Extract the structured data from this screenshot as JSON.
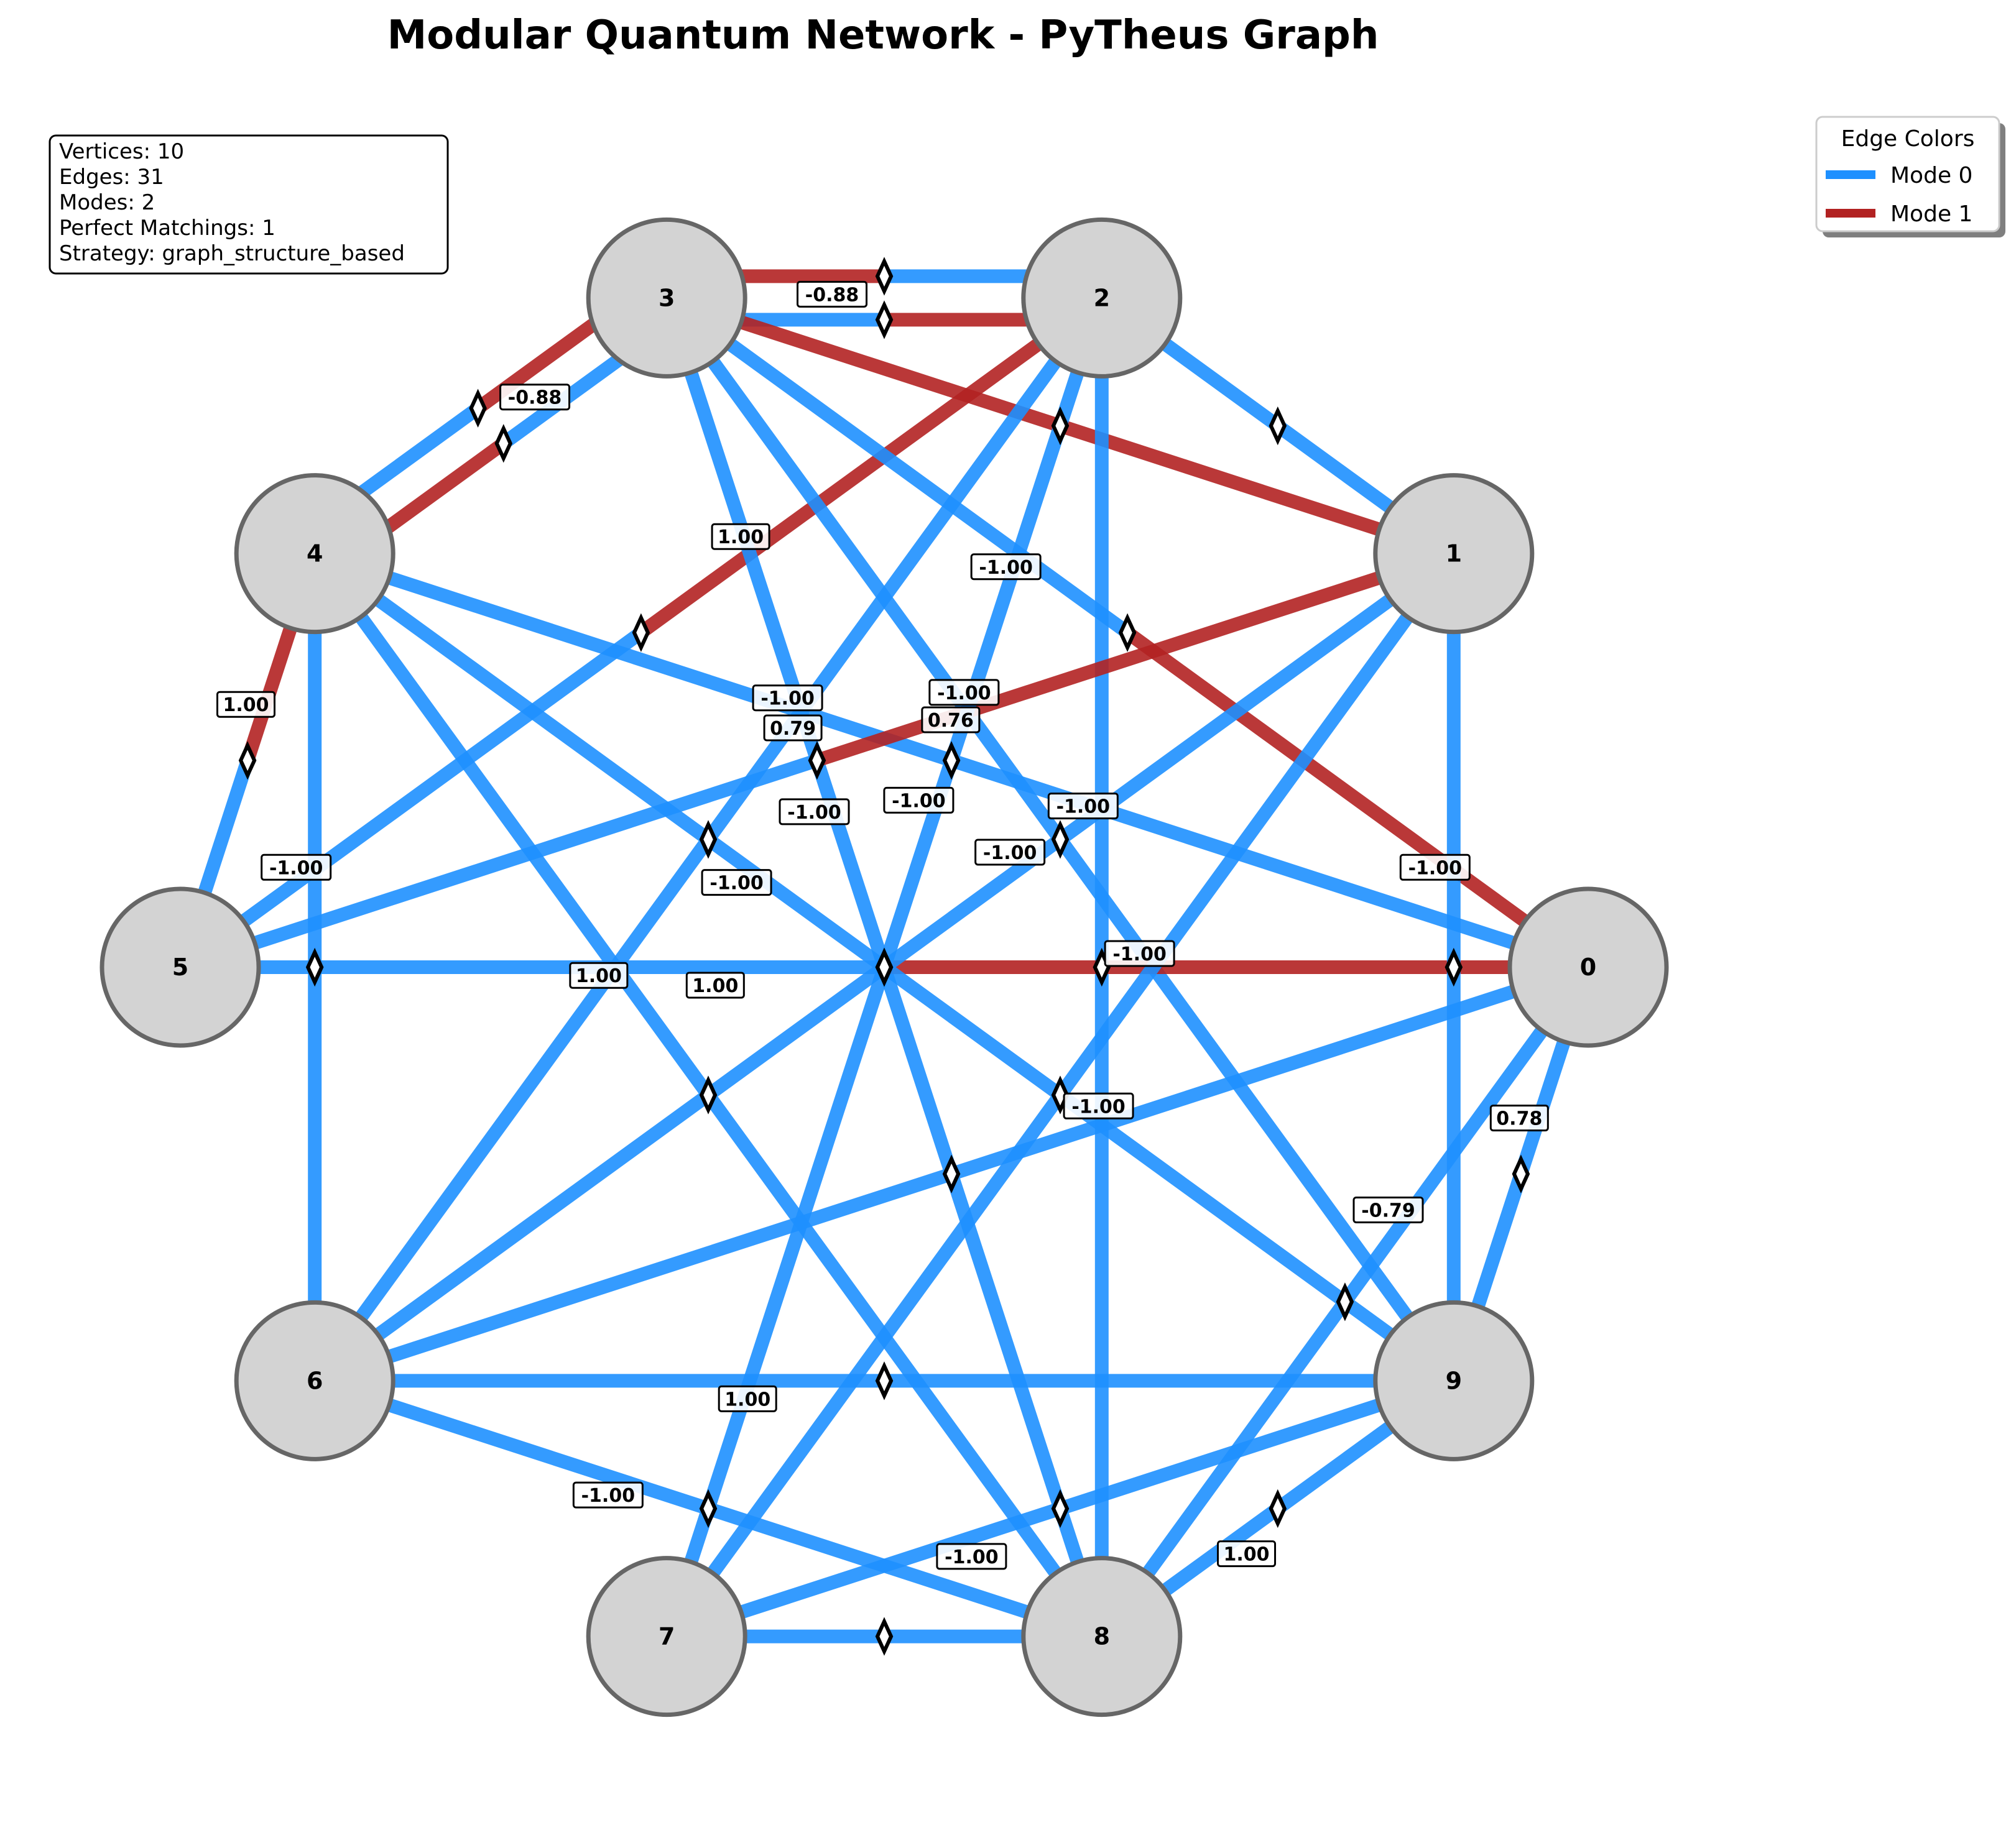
{
  "title": "Modular Quantum Network - PyTheus Graph",
  "info": {
    "vertices": "Vertices: 10",
    "edges": "Edges: 31",
    "modes": "Modes: 2",
    "perfect_matchings": "Perfect Matchings: 1",
    "strategy": "Strategy: graph_structure_based"
  },
  "legend": {
    "title": "Edge Colors",
    "items": [
      {
        "label": "Mode 0",
        "color": "#1e90ff"
      },
      {
        "label": "Mode 1",
        "color": "#b22222"
      }
    ]
  },
  "colors": {
    "mode0": "#1e90ff",
    "mode1": "#b22222",
    "node_fill": "#d3d3d3",
    "node_stroke": "#666666"
  },
  "nodes": [
    {
      "id": 0,
      "label": "0"
    },
    {
      "id": 1,
      "label": "1"
    },
    {
      "id": 2,
      "label": "2"
    },
    {
      "id": 3,
      "label": "3"
    },
    {
      "id": 4,
      "label": "4"
    },
    {
      "id": 5,
      "label": "5"
    },
    {
      "id": 6,
      "label": "6"
    },
    {
      "id": 7,
      "label": "7"
    },
    {
      "id": 8,
      "label": "8"
    },
    {
      "id": 9,
      "label": "9"
    }
  ],
  "edges": [
    {
      "a": 3,
      "b": 2,
      "mode_a": 1,
      "mode_b": 0,
      "weight": "-0.88"
    },
    {
      "a": 3,
      "b": 2,
      "mode_a": 0,
      "mode_b": 1,
      "weight": ""
    },
    {
      "a": 3,
      "b": 1,
      "mode_a": 1,
      "mode_b": 1,
      "weight": ""
    },
    {
      "a": 2,
      "b": 1,
      "mode_a": 0,
      "mode_b": 0,
      "weight": ""
    },
    {
      "a": 3,
      "b": 4,
      "mode_a": 0,
      "mode_b": 1,
      "weight": "-0.88"
    },
    {
      "a": 3,
      "b": 4,
      "mode_a": 1,
      "mode_b": 0,
      "weight": ""
    },
    {
      "a": 2,
      "b": 5,
      "mode_a": 1,
      "mode_b": 0,
      "weight": "1.00"
    },
    {
      "a": 2,
      "b": 8,
      "mode_a": 0,
      "mode_b": 0,
      "weight": "-1.00"
    },
    {
      "a": 3,
      "b": 0,
      "mode_a": 0,
      "mode_b": 1,
      "weight": "-1.00"
    },
    {
      "a": 4,
      "b": 5,
      "mode_a": 1,
      "mode_b": 0,
      "weight": "1.00"
    },
    {
      "a": 3,
      "b": 8,
      "mode_a": 0,
      "mode_b": 0,
      "weight": "-1.00"
    },
    {
      "a": 3,
      "b": 9,
      "mode_a": 0,
      "mode_b": 0,
      "weight": "0.76"
    },
    {
      "a": 4,
      "b": 0,
      "mode_a": 0,
      "mode_b": 0,
      "weight": "0.79"
    },
    {
      "a": 1,
      "b": 5,
      "mode_a": 1,
      "mode_b": 0,
      "weight": "-1.00"
    },
    {
      "a": 2,
      "b": 6,
      "mode_a": 0,
      "mode_b": 0,
      "weight": "-1.00"
    },
    {
      "a": 4,
      "b": 6,
      "mode_a": 0,
      "mode_b": 0,
      "weight": "-1.00"
    },
    {
      "a": 5,
      "b": 0,
      "mode_a": 0,
      "mode_b": 1,
      "weight": "1.00"
    },
    {
      "a": 1,
      "b": 9,
      "mode_a": 0,
      "mode_b": 0,
      "weight": "-1.00"
    },
    {
      "a": 4,
      "b": 9,
      "mode_a": 0,
      "mode_b": 0,
      "weight": "-1.00"
    },
    {
      "a": 1,
      "b": 6,
      "mode_a": 0,
      "mode_b": 0,
      "weight": "-1.00"
    },
    {
      "a": 4,
      "b": 8,
      "mode_a": 0,
      "mode_b": 0,
      "weight": "1.00"
    },
    {
      "a": 2,
      "b": 7,
      "mode_a": 0,
      "mode_b": 0,
      "weight": "-1.00"
    },
    {
      "a": 0,
      "b": 6,
      "mode_a": 0,
      "mode_b": 0,
      "weight": "-1.00"
    },
    {
      "a": 0,
      "b": 8,
      "mode_a": 0,
      "mode_b": 0,
      "weight": "-0.79"
    },
    {
      "a": 0,
      "b": 9,
      "mode_a": 0,
      "mode_b": 0,
      "weight": "0.78"
    },
    {
      "a": 1,
      "b": 7,
      "mode_a": 0,
      "mode_b": 0,
      "weight": "-1.00"
    },
    {
      "a": 6,
      "b": 9,
      "mode_a": 0,
      "mode_b": 0,
      "weight": "1.00"
    },
    {
      "a": 6,
      "b": 8,
      "mode_a": 0,
      "mode_b": 0,
      "weight": "-1.00"
    },
    {
      "a": 7,
      "b": 9,
      "mode_a": 0,
      "mode_b": 0,
      "weight": "-1.00"
    },
    {
      "a": 8,
      "b": 9,
      "mode_a": 0,
      "mode_b": 0,
      "weight": "1.00"
    },
    {
      "a": 7,
      "b": 8,
      "mode_a": 0,
      "mode_b": 0,
      "weight": ""
    }
  ]
}
